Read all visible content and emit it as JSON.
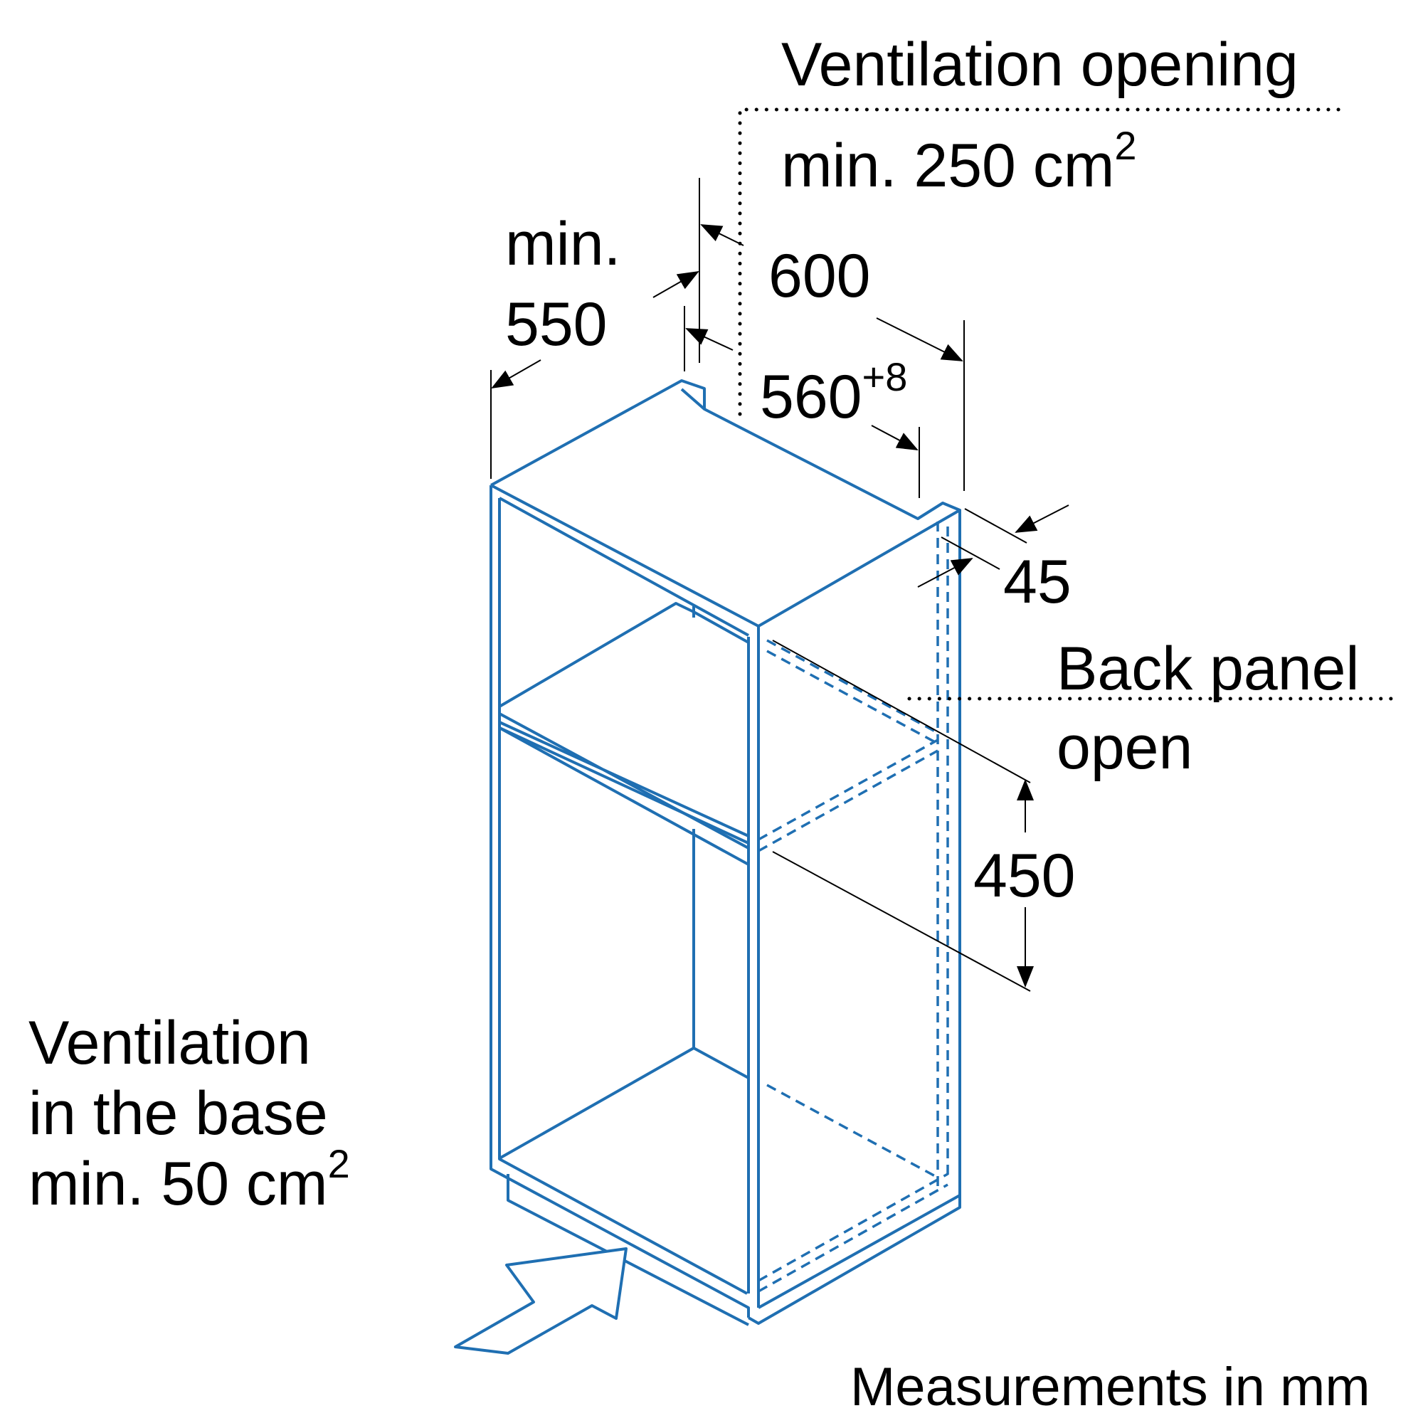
{
  "labels": {
    "ventilation_opening": "Ventilation opening",
    "ventilation_opening_area": "min. 250 cm",
    "ventilation_opening_area_sup": "2",
    "dim_min": "min.",
    "dim_550": "550",
    "dim_600": "600",
    "dim_560": "560",
    "dim_560_sup": "+8",
    "dim_45": "45",
    "back_panel": "Back panel",
    "back_panel_state": "open",
    "dim_450": "450",
    "vent_base_line1": "Ventilation",
    "vent_base_line2": "in the base",
    "vent_base_line3": "min. 50 cm",
    "vent_base_line3_sup": "2",
    "measurements_note": "Measurements in mm"
  },
  "colors": {
    "cabinet_outline": "#1f6fb2",
    "dimension_lines": "#000000",
    "background": "#ffffff"
  }
}
